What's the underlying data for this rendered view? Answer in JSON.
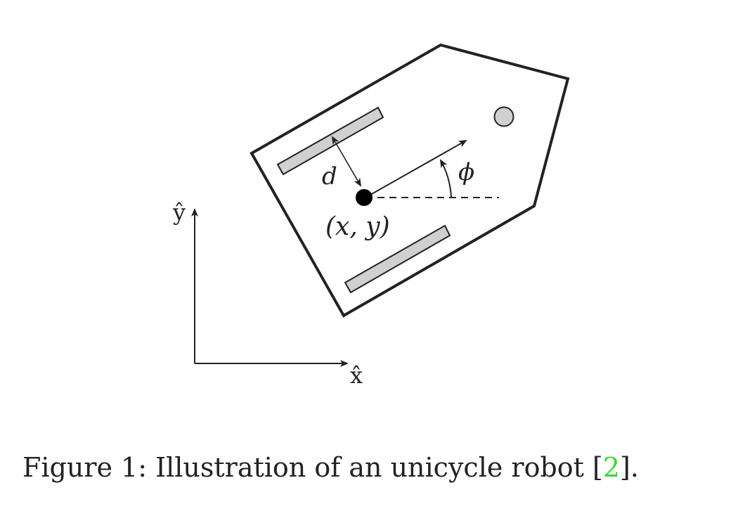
{
  "figure": {
    "labels": {
      "d": "d",
      "phi": "ϕ",
      "position": "(x, y)",
      "x_axis": "x̂",
      "y_axis": "ŷ"
    },
    "colors": {
      "stroke": "#222222",
      "wheel_fill": "#d0d0d0",
      "sensor_fill": "#d0d0d0",
      "center_fill": "#000000"
    }
  },
  "caption": {
    "prefix": "Figure 1: Illustration of an unicycle robot ",
    "ref_open": "[",
    "ref_number": "2",
    "ref_close": "]",
    "suffix": "."
  },
  "colors": {
    "citation": "#33dd33"
  }
}
